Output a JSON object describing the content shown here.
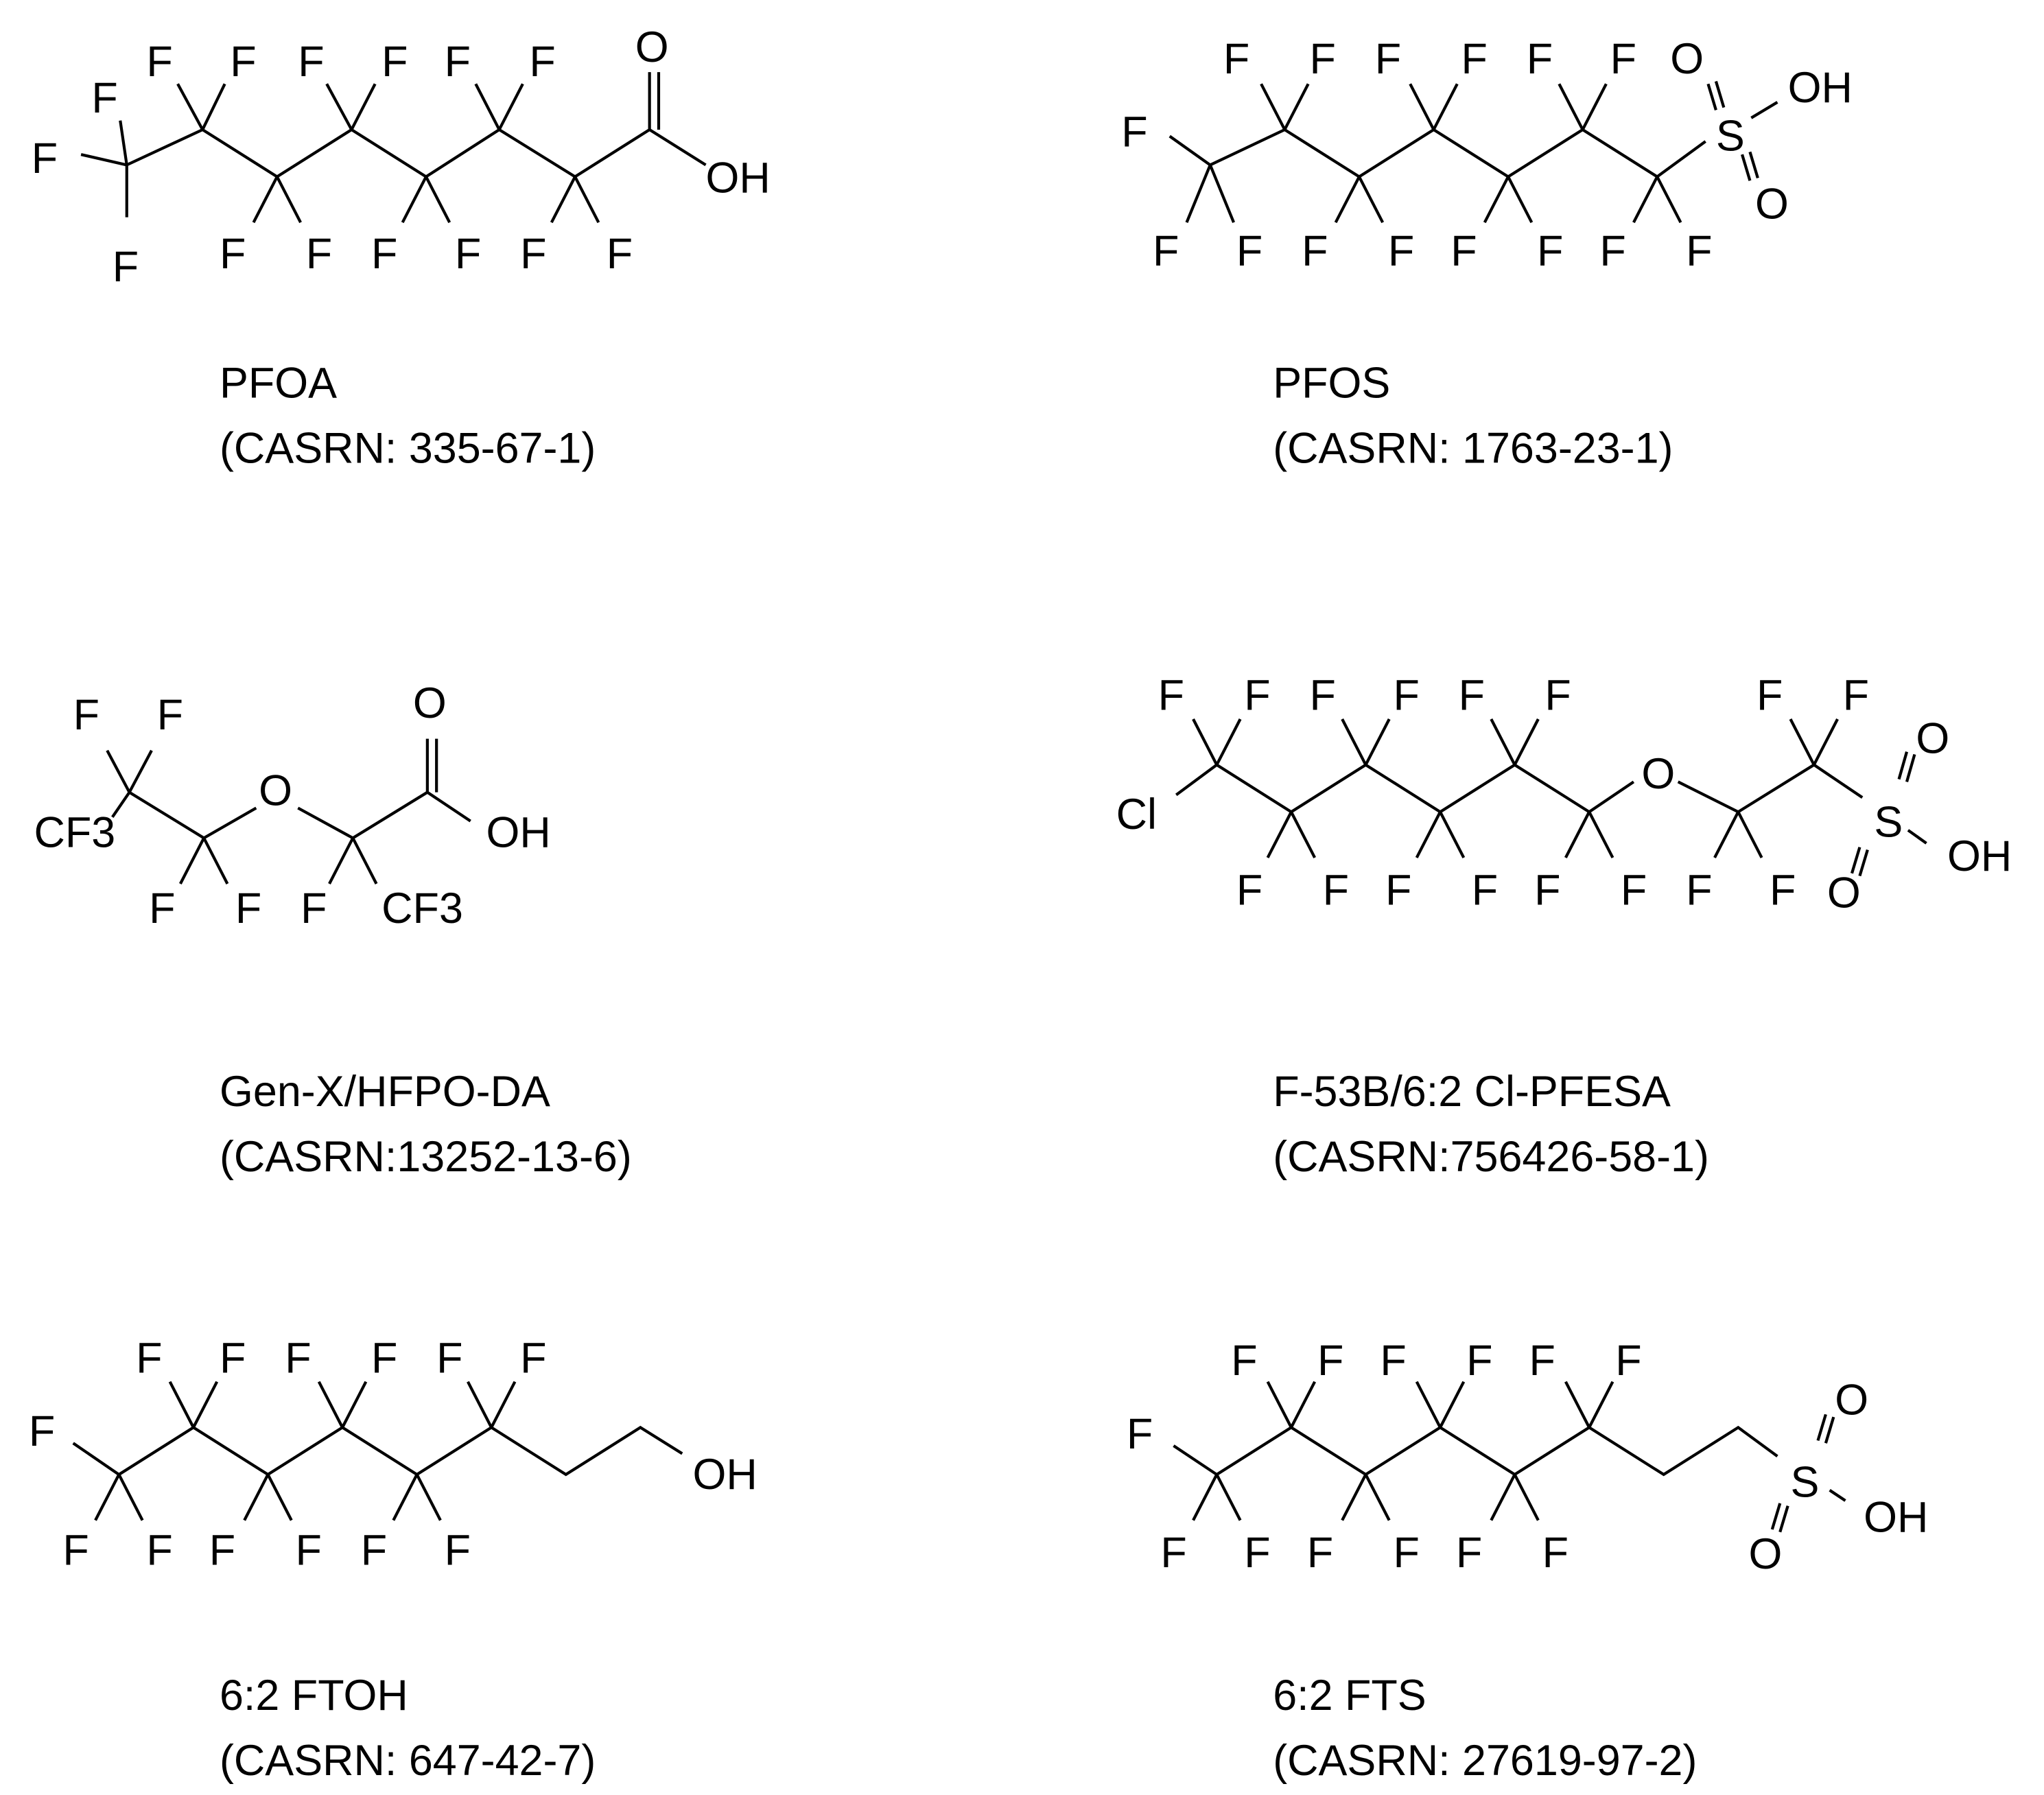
{
  "figure": {
    "type": "chemical-structures",
    "compounds": [
      {
        "name": "PFOA",
        "casrn": "(CASRN: 335-67-1)",
        "end_group": "OH",
        "carbonyl_o": "O"
      },
      {
        "name": "PFOS",
        "casrn": "(CASRN: 1763-23-1)",
        "end_group": "OH",
        "sulfur": "S"
      },
      {
        "name": "Gen-X/HFPO-DA",
        "casrn": "(CASRN:13252-13-6)",
        "substituent": "CF3",
        "ether_o": "O",
        "end_group": "OH"
      },
      {
        "name": "F-53B/6:2 Cl-PFESA",
        "casrn": "(CASRN:756426-58-1)",
        "chlorine": "Cl",
        "ether_o": "O",
        "end_group": "OH",
        "sulfur": "S"
      },
      {
        "name": "6:2 FTOH",
        "casrn": "(CASRN: 647-42-7)",
        "end_group": "OH"
      },
      {
        "name": "6:2 FTS",
        "casrn": "(CASRN: 27619-97-2)",
        "end_group": "OH",
        "sulfur": "S"
      }
    ],
    "atoms": {
      "F": "F",
      "O": "O",
      "OH": "OH",
      "S": "S",
      "Cl": "Cl",
      "CF3": "CF3"
    }
  }
}
